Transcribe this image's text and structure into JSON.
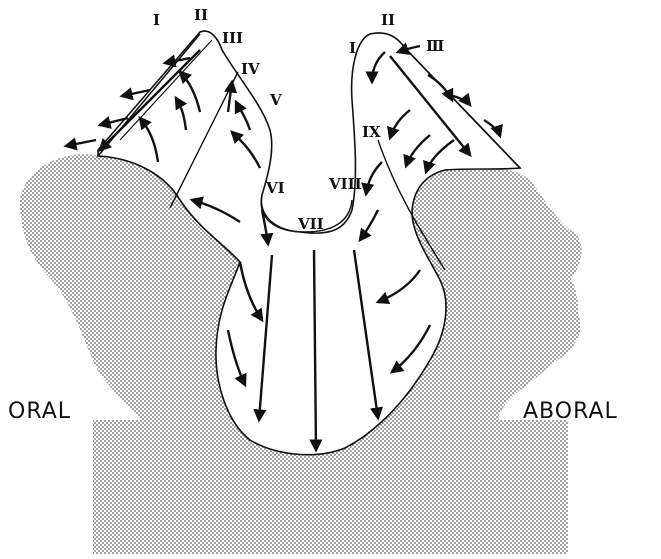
{
  "side_labels": {
    "oral": "ORAL",
    "aboral": "ABORAL"
  },
  "region_labels": {
    "left": [
      "I",
      "II",
      "III",
      "IV",
      "V",
      "VI"
    ],
    "center": "VII",
    "right": [
      "VIII",
      "IX",
      "I",
      "II",
      "Ⅲ"
    ]
  },
  "colors": {
    "ink": "#111111",
    "tissue_fill": "#ffffff",
    "stipple": "#555555"
  }
}
